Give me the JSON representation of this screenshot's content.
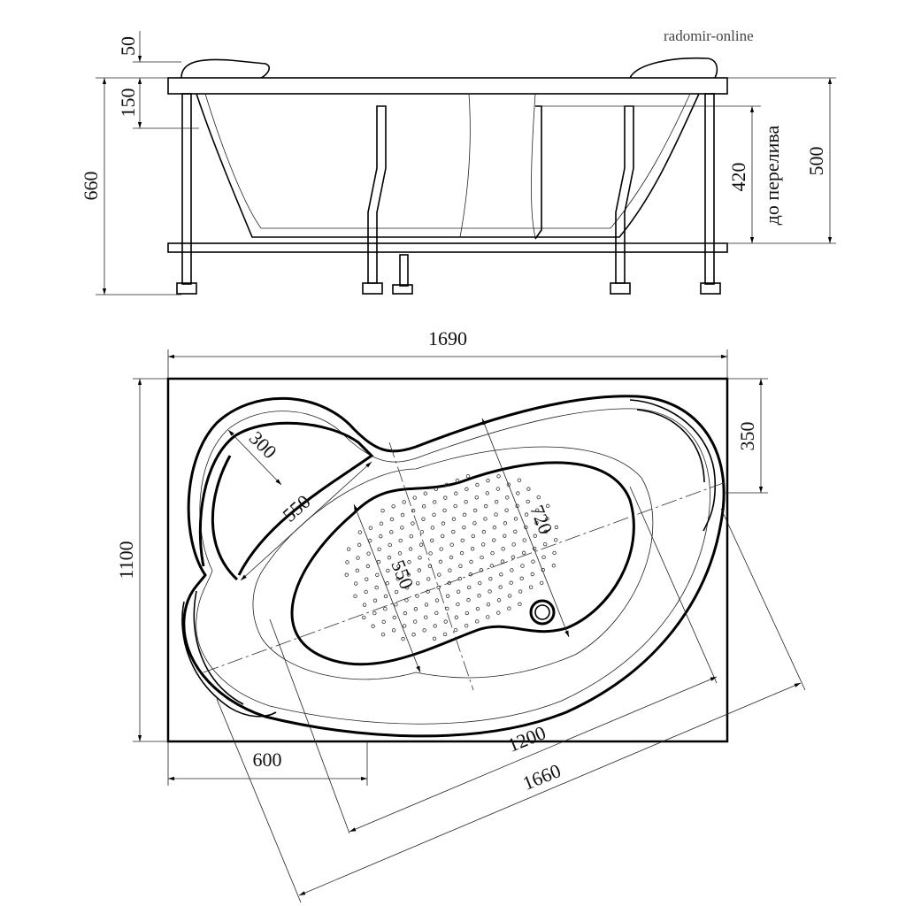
{
  "watermark": "radomir-online",
  "side_view": {
    "dims": {
      "rim_top": "50",
      "rim_depth": "150",
      "total_height": "660",
      "overflow_height": "420",
      "overflow_label": "до перелива",
      "depth": "500"
    }
  },
  "top_view": {
    "dims": {
      "length": "1690",
      "width": "1100",
      "right_offset": "350",
      "headrest_width": "300",
      "seat_length": "550",
      "basin_width": "720",
      "basin_depth": "550",
      "corner_offset": "600",
      "basin_length": "1200",
      "diagonal_length": "1660"
    }
  }
}
